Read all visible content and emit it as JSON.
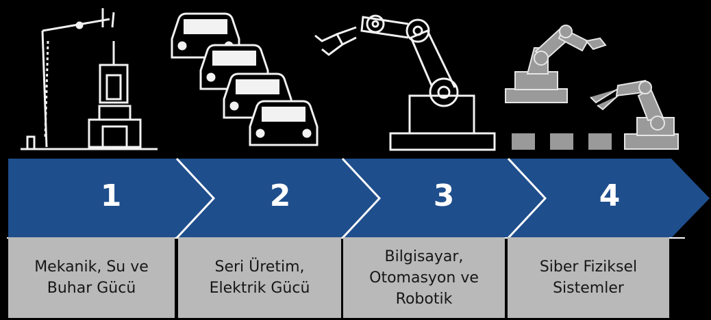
{
  "colors": {
    "background": "#000000",
    "arrow_band": "#1f4e8c",
    "arrow_outline": "#ffffff",
    "label_box": "#b9b9b9",
    "icon_outline": "#f2f2f2",
    "icon_fill_grey": "#9a9a9a"
  },
  "stages": [
    {
      "number": "1",
      "label": "Mekanik, Su ve\nBuhar Gücü",
      "icon": "steam-engine-icon"
    },
    {
      "number": "2",
      "label": "Seri Üretim,\nElektrik Gücü",
      "icon": "assembly-cars-icon"
    },
    {
      "number": "3",
      "label": "Bilgisayar,\nOtomasyon ve\nRobotik",
      "icon": "robot-arm-outline-icon"
    },
    {
      "number": "4",
      "label": "Siber Fiziksel\nSistemler",
      "icon": "cyber-robots-icon"
    }
  ]
}
